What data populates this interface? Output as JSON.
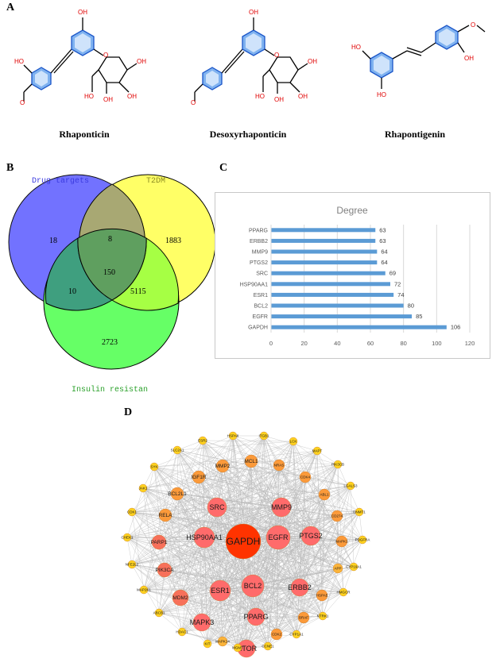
{
  "panel_labels": {
    "A": "A",
    "B": "B",
    "C": "C",
    "D": "D"
  },
  "compounds": [
    {
      "name": "Rhaponticin"
    },
    {
      "name": "Desoxyrhaponticin"
    },
    {
      "name": "Rhapontigenin"
    }
  ],
  "structure_text": {
    "oh": "OH",
    "ho": "HO",
    "o": "O"
  },
  "venn": {
    "sets": [
      "Drug targets",
      "T2DM",
      "Insulin resistan"
    ],
    "set_colors": [
      "#6b6bff",
      "#ffff66",
      "#66ff66"
    ],
    "regions": {
      "drug_only": "18",
      "t2dm_only": "1883",
      "ir_only": "2723",
      "drug_t2dm": "8",
      "drug_ir": "10",
      "t2dm_ir": "5115",
      "all": "150"
    }
  },
  "chart_data": {
    "type": "bar",
    "title": "Degree",
    "categories": [
      "PPARG",
      "ERBB2",
      "MMP9",
      "PTGS2",
      "SRC",
      "HSP90AA1",
      "ESR1",
      "BCL2",
      "EGFR",
      "GAPDH"
    ],
    "values": [
      63,
      63,
      64,
      64,
      69,
      72,
      74,
      80,
      85,
      106
    ],
    "xlim": [
      0,
      120
    ],
    "xticks": [
      "0",
      "20",
      "40",
      "60",
      "80",
      "100",
      "120"
    ],
    "orientation": "horizontal",
    "bar_color": "#5b9bd5",
    "grid": true
  },
  "network": {
    "nodes": [
      {
        "label": "GAPDH"
      },
      {
        "label": "EGFR"
      },
      {
        "label": "HSP90AA1"
      },
      {
        "label": "SRC"
      },
      {
        "label": "MMP9"
      },
      {
        "label": "BCL2"
      },
      {
        "label": "ESR1"
      },
      {
        "label": "PTGS2"
      },
      {
        "label": "ERBB2"
      },
      {
        "label": "PPARG"
      },
      {
        "label": "MAPK3"
      },
      {
        "label": "MTOR"
      },
      {
        "label": "MDM2"
      },
      {
        "label": "PIK3CA"
      },
      {
        "label": "PARP1"
      },
      {
        "label": "RELA"
      },
      {
        "label": "BCL2L1"
      },
      {
        "label": "IGF1R"
      },
      {
        "label": "MMP2"
      },
      {
        "label": "MCL1"
      },
      {
        "label": "NRAS"
      },
      {
        "label": "CDK4"
      },
      {
        "label": "ABL1"
      },
      {
        "label": "CD274"
      },
      {
        "label": "MAPK1"
      },
      {
        "label": "APP"
      },
      {
        "label": "HSPA5"
      },
      {
        "label": "BRAF"
      },
      {
        "label": "CDK2"
      },
      {
        "label": "MAPK14"
      },
      {
        "label": "ESR2"
      },
      {
        "label": "HSPA8"
      },
      {
        "label": "ITGB1"
      },
      {
        "label": "LCK"
      },
      {
        "label": "MAPT"
      },
      {
        "label": "PIK3CB"
      },
      {
        "label": "LGALS3"
      },
      {
        "label": "DNMT1"
      },
      {
        "label": "PDGFRA"
      },
      {
        "label": "CYP19A1"
      },
      {
        "label": "HMGCR"
      },
      {
        "label": "NTRK1"
      },
      {
        "label": "CYP1A1"
      },
      {
        "label": "CCNE1"
      },
      {
        "label": "MGMT"
      },
      {
        "label": "KIT"
      },
      {
        "label": "HDAC1"
      },
      {
        "label": "ABCB1"
      },
      {
        "label": "MAP2K1"
      },
      {
        "label": "NFE2L2"
      },
      {
        "label": "CHEK1"
      },
      {
        "label": "CDK1"
      },
      {
        "label": "JAK1"
      },
      {
        "label": "SYK"
      },
      {
        "label": "SLC2A1"
      }
    ]
  }
}
